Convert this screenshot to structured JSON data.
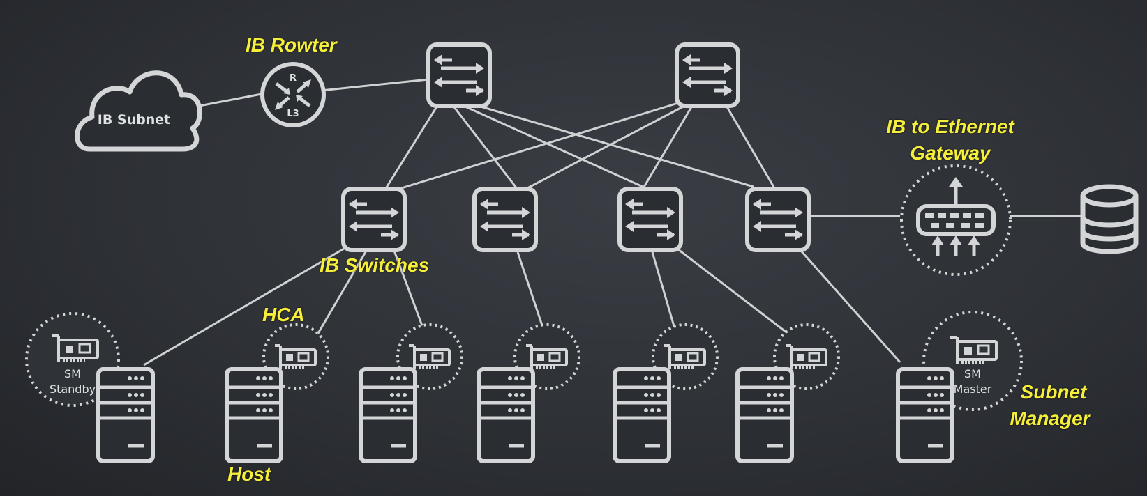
{
  "labels": {
    "router": "IB Rowter",
    "switches": "IB Switches",
    "hca": "HCA",
    "gateway_line1": "IB to Ethernet",
    "gateway_line2": "Gateway",
    "subnet_manager_line1": "Subnet",
    "subnet_manager_line2": "Manager",
    "host": "Host"
  },
  "cloud_text": "IB Subnet",
  "router_icon": {
    "top": "R",
    "bottom": "L3"
  },
  "sm_standby": {
    "line1": "SM",
    "line2": "Standby"
  },
  "sm_master": {
    "line1": "SM",
    "line2": "Master"
  },
  "colors": {
    "label": "#f5ee3a",
    "icon": "#d3d5d7",
    "background": "#2e3136"
  }
}
